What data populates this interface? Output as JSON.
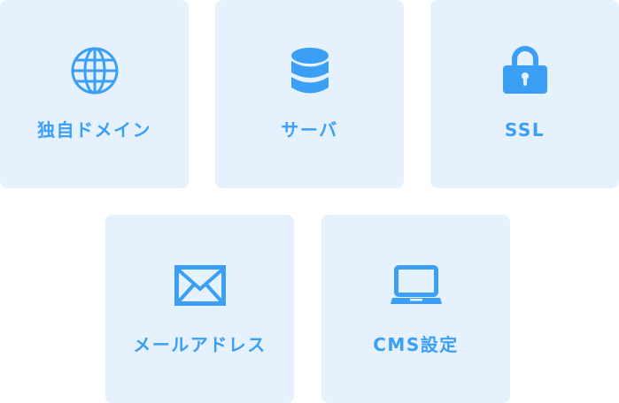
{
  "accent_color": "#3a9ff5",
  "card_background": "#e5f2fe",
  "cards": [
    {
      "label": "独自ドメイン",
      "icon": "globe-icon"
    },
    {
      "label": "サーバ",
      "icon": "database-icon"
    },
    {
      "label": "SSL",
      "icon": "lock-icon"
    },
    {
      "label": "メールアドレス",
      "icon": "envelope-icon"
    },
    {
      "label": "CMS設定",
      "icon": "laptop-icon"
    }
  ]
}
